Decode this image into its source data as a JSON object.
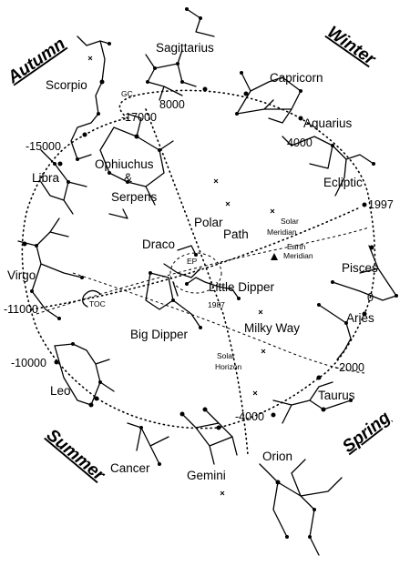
{
  "seasons": {
    "autumn": "Autumn",
    "winter": "Winter",
    "summer": "Summer",
    "spring": "Spring"
  },
  "constellations": {
    "sagittarius": "Sagittarius",
    "capricorn": "Capricorn",
    "scorpio": "Scorpio",
    "aquarius": "Aquarius",
    "ophiuchus": "Ophiuchus",
    "amp": "&",
    "serpens": "Serpens",
    "libra": "Libra",
    "draco": "Draco",
    "little_dipper": "Little Dipper",
    "pisces": "Pisces",
    "virgo": "Virgo",
    "aries": "Aries",
    "big_dipper": "Big Dipper",
    "leo": "Leo",
    "taurus": "Taurus",
    "cancer": "Cancer",
    "gemini": "Gemini",
    "orion": "Orion"
  },
  "labels": {
    "gc": "GC",
    "ecliptic": "Ecliptic",
    "polar": "Polar",
    "path": "Path",
    "solar_meridian_1": "Solar",
    "solar_meridian_2": "Meridian",
    "earth_meridian_1": "Earth",
    "earth_meridian_2": "Meridian",
    "ep": "EP",
    "toc": "TOC",
    "year_1987": "1987",
    "milky_way": "Milky Way",
    "solar_horizon_1": "Solar",
    "solar_horizon_2": "Horizon"
  },
  "years": {
    "y8000": "8000",
    "y17000": "-17000",
    "y15000": "-15000",
    "y4000": "4000",
    "y1997": "1997",
    "y0": "0",
    "y11000": "-11000",
    "y10000": "-10000",
    "y2000": "-2000",
    "y4000n": "-4000"
  }
}
